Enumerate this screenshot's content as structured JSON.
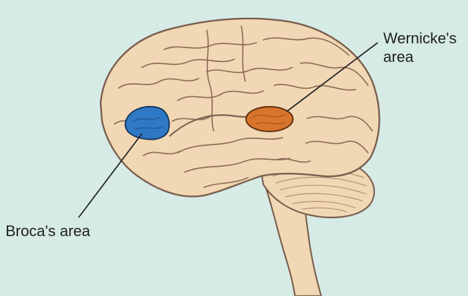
{
  "labels": {
    "wernicke_line1": "Wernicke's",
    "wernicke_line2": "area",
    "broca": "Broca's area"
  },
  "colors": {
    "background": "#d6ebe6",
    "brain": "#f1d7b3",
    "outline": "#7c5f4f",
    "broca_area": "#2f78c4",
    "wernicke_area": "#d9742c"
  }
}
